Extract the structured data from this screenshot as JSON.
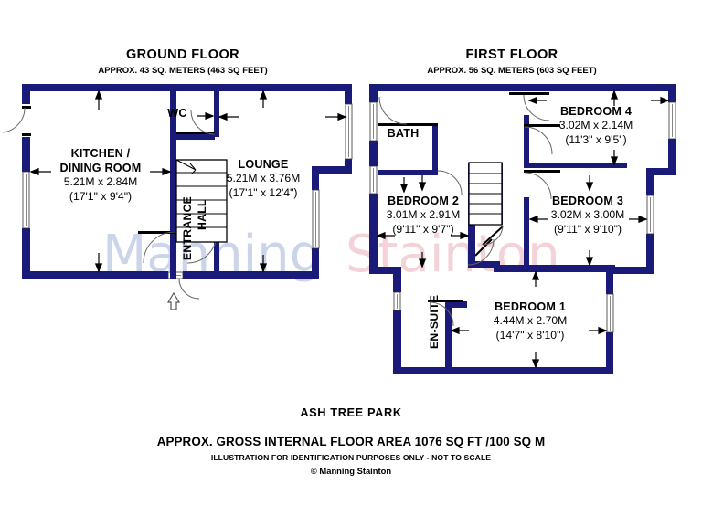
{
  "document": {
    "type": "floor-plan",
    "address": "ASH TREE PARK",
    "area_line": "APPROX. GROSS INTERNAL FLOOR AREA 1076 SQ FT /100 SQ M",
    "disclaimer": "ILLUSTRATION FOR IDENTIFICATION PURPOSES ONLY - NOT TO SCALE",
    "copyright": "© Manning Stainton"
  },
  "watermark": {
    "part_one": "Manning",
    "part_two": "Stainton",
    "color_one": "#ccd4ea",
    "color_two": "#f4d3d8"
  },
  "colors": {
    "wall": "#1a1a78",
    "wall_dark": "#141470",
    "text": "#000000",
    "inner_line": "#000000",
    "background": "#ffffff"
  },
  "floors": [
    {
      "id": "ground",
      "title": "GROUND FLOOR",
      "subtitle": "APPROX. 43 SQ. METERS (463 SQ FEET)",
      "rooms": [
        {
          "id": "kitchen-dining-room",
          "name_lines": [
            "KITCHEN /",
            "DINING ROOM"
          ],
          "metric": "5.21M x 2.84M",
          "imperial": "(17'1\" x 9'4\")"
        },
        {
          "id": "lounge",
          "name_lines": [
            "LOUNGE"
          ],
          "metric": "5.21M x 3.76M",
          "imperial": "(17'1\" x 12'4\")"
        },
        {
          "id": "wc",
          "name_lines": [
            "WC"
          ],
          "metric": "",
          "imperial": ""
        },
        {
          "id": "entrance-hall",
          "name_lines": [
            "ENTRANCE",
            "HALL"
          ],
          "metric": "",
          "imperial": ""
        }
      ]
    },
    {
      "id": "first",
      "title": "FIRST FLOOR",
      "subtitle": "APPROX. 56 SQ. METERS (603 SQ FEET)",
      "rooms": [
        {
          "id": "bath",
          "name_lines": [
            "BATH"
          ],
          "metric": "",
          "imperial": ""
        },
        {
          "id": "bedroom-2",
          "name_lines": [
            "BEDROOM 2"
          ],
          "metric": "3.01M x 2.91M",
          "imperial": "(9'11\" x 9'7\")"
        },
        {
          "id": "bedroom-4",
          "name_lines": [
            "BEDROOM 4"
          ],
          "metric": "3.02M x 2.14M",
          "imperial": "(11'3\" x 9'5\")"
        },
        {
          "id": "bedroom-3",
          "name_lines": [
            "BEDROOM 3"
          ],
          "metric": "3.02M x 3.00M",
          "imperial": "(9'11\" x 9'10\")"
        },
        {
          "id": "bedroom-1",
          "name_lines": [
            "BEDROOM 1"
          ],
          "metric": "4.44M x 2.70M",
          "imperial": "(14'7\" x 8'10\")"
        },
        {
          "id": "en-suite",
          "name_lines": [
            "EN-SUITE"
          ],
          "metric": "",
          "imperial": ""
        }
      ]
    }
  ]
}
